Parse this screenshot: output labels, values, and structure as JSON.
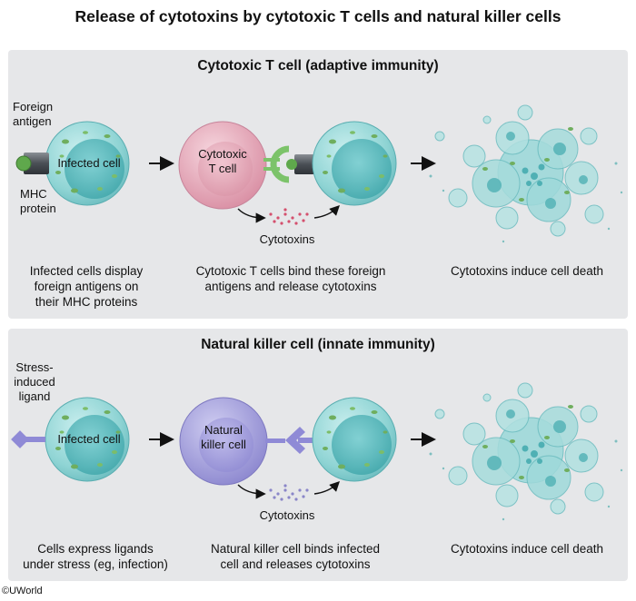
{
  "title": "Release of cytotoxins by cytotoxic T cells and natural killer cells",
  "top_panel": {
    "title": "Cytotoxic T cell (adaptive immunity)",
    "label_foreign_antigen": "Foreign antigen",
    "label_foreign_antigen_l1": "Foreign",
    "label_foreign_antigen_l2": "antigen",
    "label_infected_cell": "Infected cell",
    "label_mhc_l1": "MHC",
    "label_mhc_l2": "protein",
    "label_tcell_l1": "Cytotoxic",
    "label_tcell_l2": "T cell",
    "label_cytotoxins": "Cytotoxins",
    "caption_1_l1": "Infected cells display",
    "caption_1_l2": "foreign antigens on",
    "caption_1_l3": "their MHC proteins",
    "caption_2_l1": "Cytotoxic T cells bind these foreign",
    "caption_2_l2": "antigens and release cytotoxins",
    "caption_3": "Cytotoxins induce cell death"
  },
  "bottom_panel": {
    "title": "Natural killer cell (innate immunity)",
    "label_ligand_l1": "Stress-",
    "label_ligand_l2": "induced",
    "label_ligand_l3": "ligand",
    "label_infected_cell": "Infected cell",
    "label_nk_l1": "Natural",
    "label_nk_l2": "killer cell",
    "label_cytotoxins": "Cytotoxins",
    "caption_1_l1": "Cells express ligands",
    "caption_1_l2": "under stress (eg, infection)",
    "caption_2_l1": "Natural killer cell binds infected",
    "caption_2_l2": "cell and releases cytotoxins",
    "caption_3": "Cytotoxins induce cell death"
  },
  "copyright": "©UWorld",
  "colors": {
    "panel_bg": "#e6e7e9",
    "infected_cell": "#7fcfd0",
    "infected_nucleus": "#4fb8bb",
    "tcell": "#e8a9b8",
    "nk_cell": "#a39fd9",
    "tcr_green": "#7cc36a",
    "nk_receptor": "#8f8ad6",
    "cytotoxin_pink": "#d4506e",
    "cytotoxin_purple": "#8a86c8",
    "antigen_green": "#5fa84c",
    "mhc_gray": "#555a60"
  }
}
